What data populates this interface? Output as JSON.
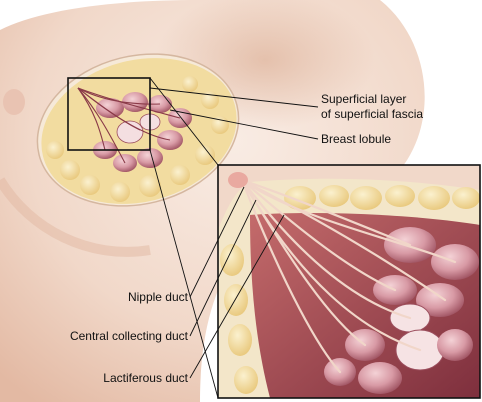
{
  "labels": {
    "superficial_layer_line1": "Superficial layer",
    "superficial_layer_line2": "of superficial fascia",
    "breast_lobule": "Breast lobule",
    "nipple_duct": "Nipple duct",
    "central_collecting_duct": "Central collecting duct",
    "lactiferous_duct": "Lactiferous duct"
  },
  "colors": {
    "skin": "#f3dcd0",
    "skin_shadow": "#d9a98e",
    "fat": "#f2dca0",
    "fat_light": "#f8ebc4",
    "lobule": "#c98a96",
    "lobule_dark": "#9c4f5e",
    "duct": "#f1d6c9",
    "tissue_dark": "#8a3a48",
    "leader_line": "#111111"
  }
}
